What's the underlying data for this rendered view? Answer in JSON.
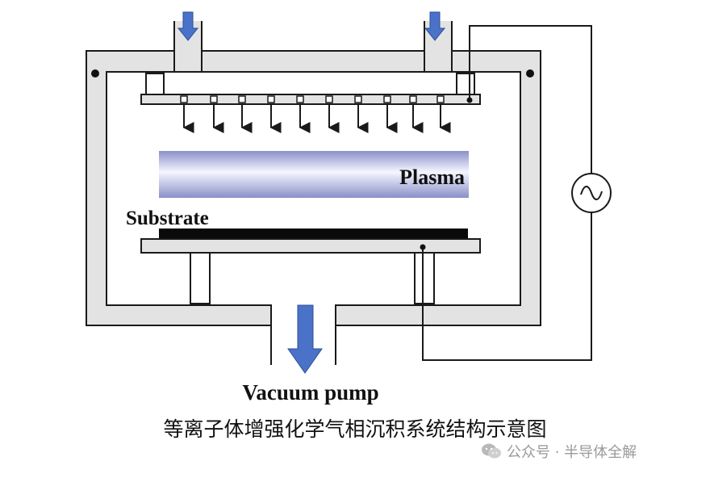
{
  "diagram": {
    "plasma_label": "Plasma",
    "substrate_label": "Substrate",
    "pump_label": "Vacuum pump",
    "caption": "等离子体增强化学气相沉积系统结构示意图",
    "icons": [
      "gas-inlet-arrow-icon",
      "showerhead-nozzle-icon",
      "rf-source-icon",
      "vacuum-pump-arrow-icon"
    ],
    "colors": {
      "chamber_fill": "#e3e3e3",
      "outline": "#1a1a1a",
      "plasma_light": "#f5f6ff",
      "plasma_dark": "#8a90c8",
      "arrow_blue": "#4a72c8",
      "substrate": "#0a0a0a"
    }
  },
  "watermark": {
    "text": "公众号 · 半导体全解"
  }
}
